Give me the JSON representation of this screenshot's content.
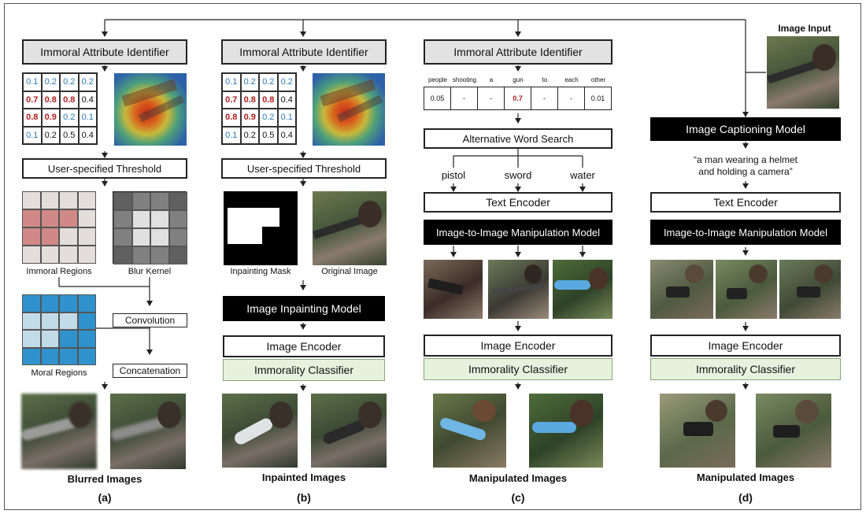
{
  "image_input_label": "Image Input",
  "panels": {
    "a": {
      "identifier": "Immoral Attribute Identifier",
      "grid": [
        [
          "0.1",
          "0.2",
          "0.2",
          "0.2"
        ],
        [
          "0.7",
          "0.8",
          "0.8",
          "0.4"
        ],
        [
          "0.8",
          "0.9",
          "0.2",
          "0.1"
        ],
        [
          "0.1",
          "0.2",
          "0.5",
          "0.4"
        ]
      ],
      "threshold": "User-specified Threshold",
      "immoral_regions": "Immoral Regions",
      "blur_kernel": "Blur Kernel",
      "convolution": "Convolution",
      "moral_regions": "Moral Regions",
      "concatenation": "Concatenation",
      "output_caption": "Blurred Images",
      "panel_label": "(a)"
    },
    "b": {
      "identifier": "Immoral Attribute Identifier",
      "grid": [
        [
          "0.1",
          "0.2",
          "0.2",
          "0.2"
        ],
        [
          "0.7",
          "0.8",
          "0.8",
          "0.4"
        ],
        [
          "0.8",
          "0.9",
          "0.2",
          "0.1"
        ],
        [
          "0.1",
          "0.2",
          "0.5",
          "0.4"
        ]
      ],
      "threshold": "User-specified Threshold",
      "mask_label": "Inpainting Mask",
      "original_label": "Original Image",
      "inpainting_model": "Image Inpainting Model",
      "encoder": "Image Encoder",
      "classifier": "Immorality Classifier",
      "output_caption": "Inpainted Images",
      "panel_label": "(b)"
    },
    "c": {
      "identifier": "Immoral Attribute Identifier",
      "words": [
        "people",
        "shooting",
        "a",
        "gun",
        "to",
        "each",
        "other"
      ],
      "scores": [
        "0.05",
        "-",
        "-",
        "0.7",
        "-",
        "-",
        "0.01"
      ],
      "search": "Alternative Word Search",
      "alternatives": [
        "pistol",
        "sword",
        "water"
      ],
      "text_encoder": "Text Encoder",
      "manipulation_model": "Image-to-Image Manipulation Model",
      "encoder": "Image Encoder",
      "classifier": "Immorality Classifier",
      "output_caption": "Manipulated Images",
      "panel_label": "(c)"
    },
    "d": {
      "captioning_model": "Image Captioning Model",
      "caption_line1": "“a man wearing a helmet",
      "caption_line2": "and holding a camera”",
      "text_encoder": "Text Encoder",
      "manipulation_model": "Image-to-Image Manipulation Model",
      "encoder": "Image Encoder",
      "classifier": "Immorality Classifier",
      "output_caption": "Manipulated Images",
      "panel_label": "(d)"
    }
  },
  "colors": {
    "grid_low": "#2a7ab8",
    "grid_high": "#b01c1c",
    "classifier_fill": "#e6f2dd",
    "identifier_fill": "#e2e2e2"
  }
}
